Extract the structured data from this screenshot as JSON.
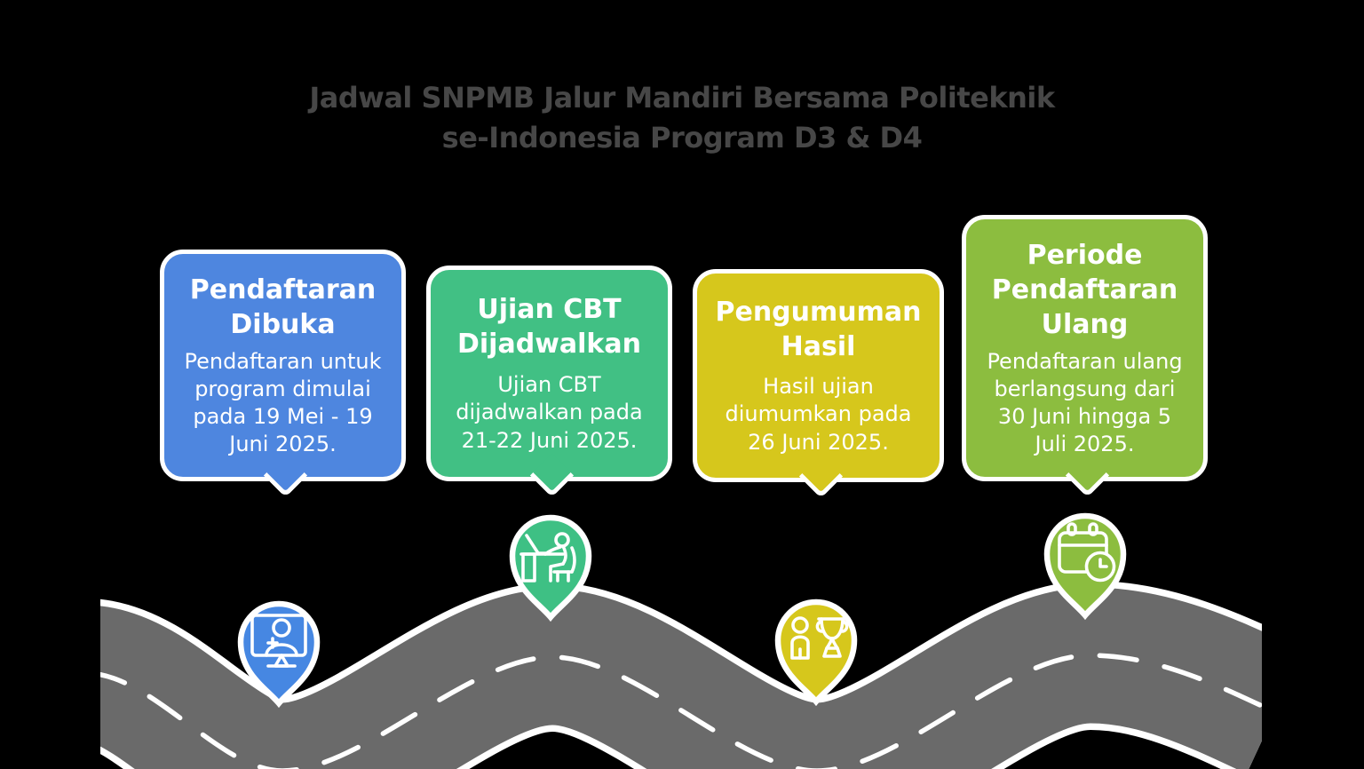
{
  "title": {
    "text": "Jadwal SNPMB Jalur Mandiri Bersama Politeknik se-Indonesia Program D3 & D4",
    "color": "#474747"
  },
  "milestones": [
    {
      "heading": "Pendaftaran Dibuka",
      "body": "Pendaftaran untuk program dimulai pada 19 Mei - 19 Juni 2025.",
      "color": "#4E86DF",
      "pin_color": "#4687E2",
      "icon": "online-registration-monitor-icon"
    },
    {
      "heading": "Ujian CBT Dijadwalkan",
      "body": "Ujian CBT dijadwalkan pada 21-22 Juni 2025.",
      "color": "#41C084",
      "pin_color": "#3EC084",
      "icon": "cbt-workstation-icon"
    },
    {
      "heading": "Pengumuman Hasil",
      "body": "Hasil ujian diumumkan pada 26 Juni 2025.",
      "color": "#D6C71C",
      "pin_color": "#D6C71C",
      "icon": "trophy-winner-icon"
    },
    {
      "heading": "Periode Pendaftaran Ulang",
      "body": "Pendaftaran ulang berlangsung dari 30 Juni hingga 5 Juli 2025.",
      "color": "#8CBD3F",
      "pin_color": "#8CBD3F",
      "icon": "calendar-clock-icon"
    }
  ],
  "road": {
    "surface_color": "#6A6A6A",
    "outline_color": "#FFFFFF",
    "dash_color": "#FFFFFF"
  },
  "page": {
    "background_color": "#000000",
    "card_text_color": "#FFFFFF"
  }
}
